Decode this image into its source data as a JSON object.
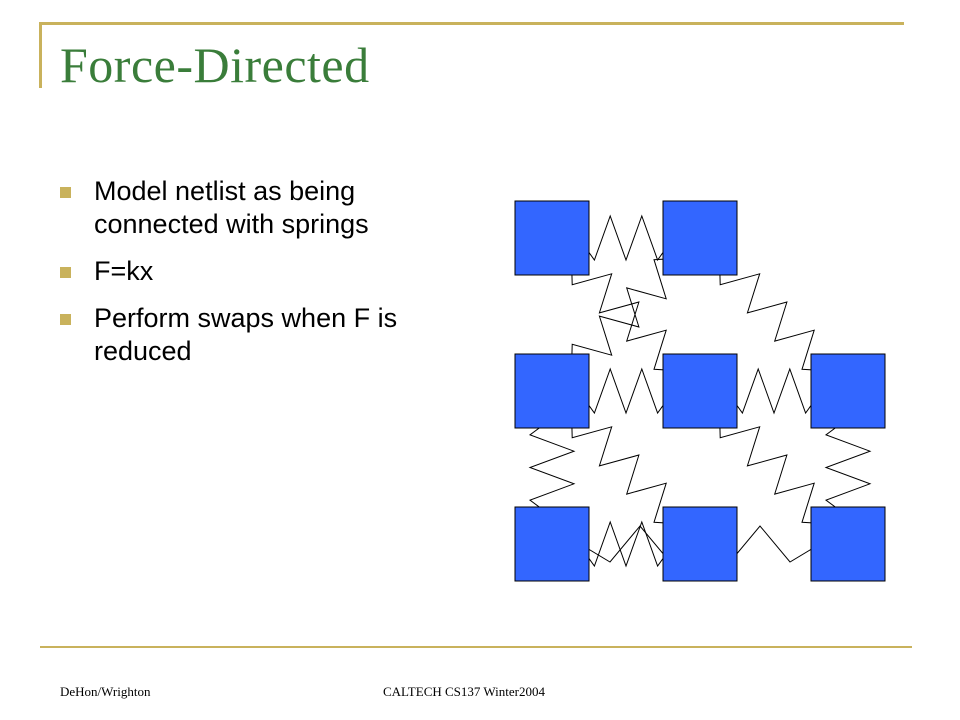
{
  "slide": {
    "title": "Force-Directed",
    "bullets": [
      "Model netlist as being connected with springs",
      "F=kx",
      "Perform swaps when F is reduced"
    ],
    "footer_left": "DeHon/Wrighton",
    "footer_center": "CALTECH CS137 Winter2004"
  },
  "diagram": {
    "node_color": "#3366ff",
    "spring_color": "#000000",
    "accent_color": "#c9b25c",
    "title_color": "#3a7d3a",
    "grid": {
      "rows": 3,
      "cols": 3
    },
    "nodes": [
      {
        "id": "n00",
        "row": 0,
        "col": 0
      },
      {
        "id": "n01",
        "row": 0,
        "col": 1
      },
      {
        "id": "n10",
        "row": 1,
        "col": 0
      },
      {
        "id": "n11",
        "row": 1,
        "col": 1
      },
      {
        "id": "n12",
        "row": 1,
        "col": 2
      },
      {
        "id": "n20",
        "row": 2,
        "col": 0
      },
      {
        "id": "n21",
        "row": 2,
        "col": 1
      },
      {
        "id": "n22",
        "row": 2,
        "col": 2
      }
    ],
    "springs": [
      {
        "from": "n00",
        "to": "n01"
      },
      {
        "from": "n10",
        "to": "n11"
      },
      {
        "from": "n11",
        "to": "n12"
      },
      {
        "from": "n20",
        "to": "n21"
      },
      {
        "from": "n10",
        "to": "n20"
      },
      {
        "from": "n12",
        "to": "n22"
      },
      {
        "from": "n00",
        "to": "n11"
      },
      {
        "from": "n01",
        "to": "n10"
      },
      {
        "from": "n01",
        "to": "n12"
      },
      {
        "from": "n10",
        "to": "n21"
      },
      {
        "from": "n11",
        "to": "n22"
      },
      {
        "from": "n20",
        "to": "n22"
      }
    ]
  }
}
